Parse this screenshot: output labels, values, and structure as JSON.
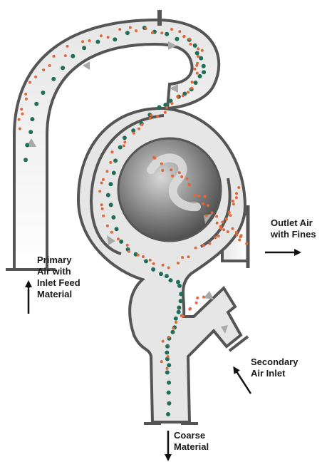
{
  "labels": {
    "primary_air": "Primary\nAir with\nInlet Feed\nMaterial",
    "outlet_air": "Outlet Air\nwith Fines",
    "secondary_air": "Secondary\nAir Inlet",
    "coarse_material": "Coarse\nMaterial"
  },
  "colors": {
    "duct_fill": "#e6e6e6",
    "duct_wall": "#555555",
    "rotor": "#8f8f8f",
    "coarse_particles": "#1f6e5a",
    "fine_particles": "#e0683a",
    "flow_arrow": "#a9a9a9",
    "label_arrow": "#111111"
  }
}
